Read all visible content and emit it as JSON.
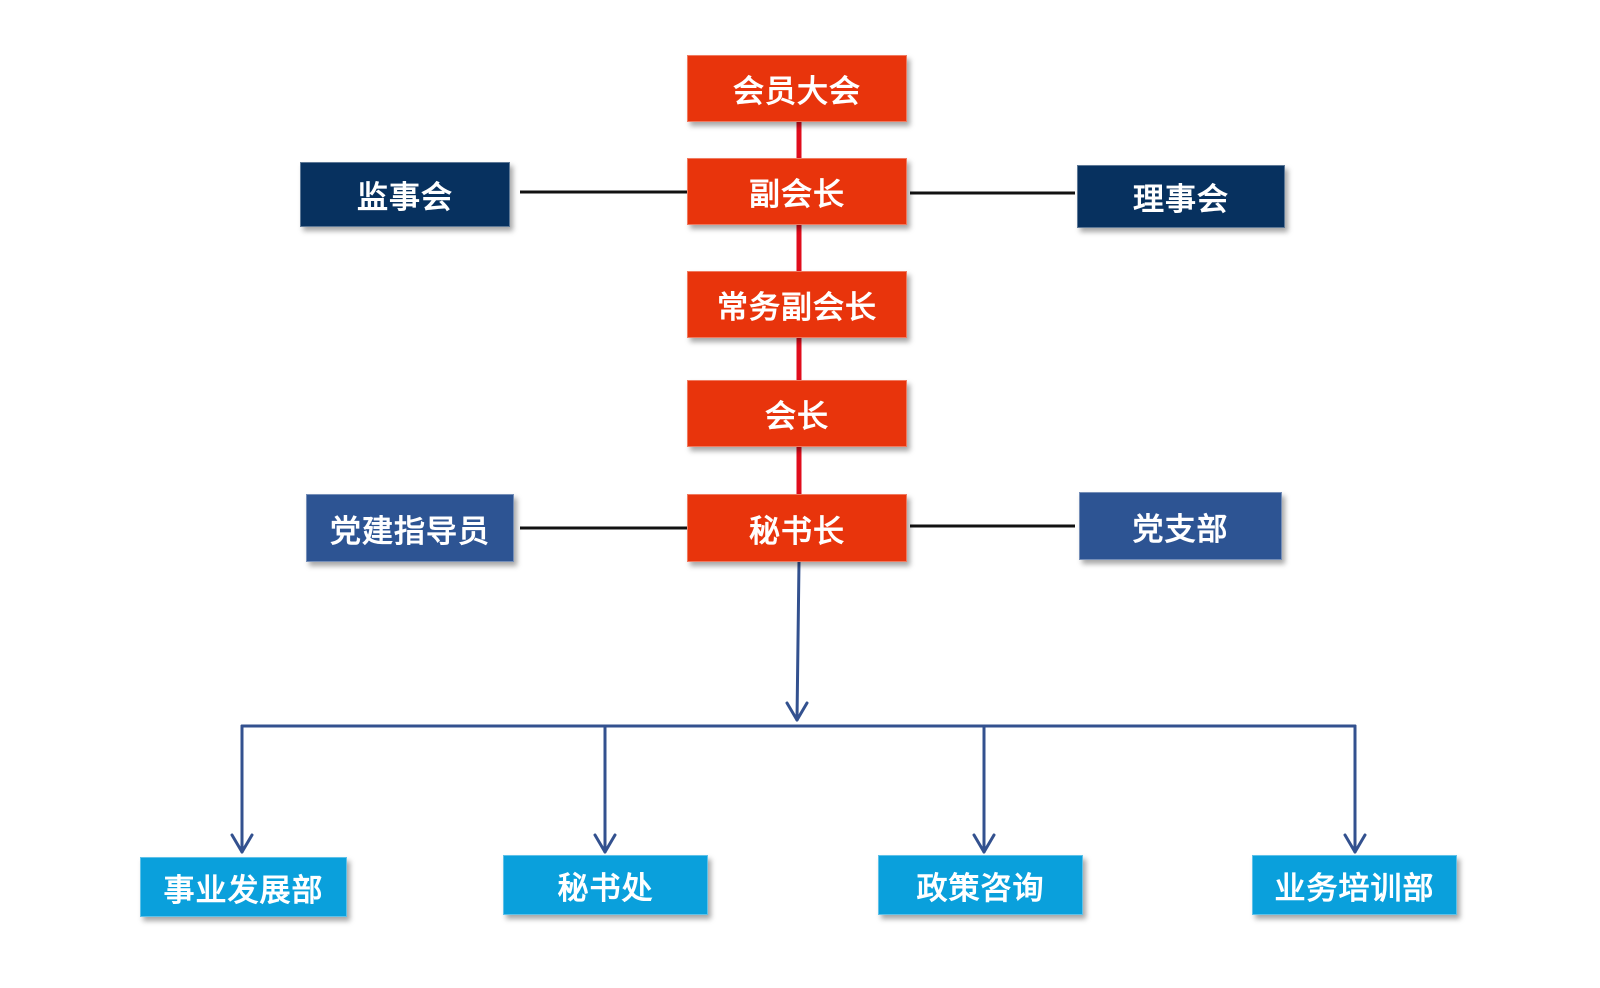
{
  "colors": {
    "leadership": "#e8340c",
    "board": "#07315f",
    "party": "#2d5493",
    "department": "#0aa0dc",
    "red_line": "#e00d1c",
    "black_line": "#111111",
    "blue_line": "#33518f"
  },
  "nodes": {
    "general_assembly": "会员大会",
    "vice_president": "副会长",
    "supervisory_board": "监事会",
    "council": "理事会",
    "executive_vice_president": "常务副会长",
    "president": "会长",
    "secretary_general": "秘书长",
    "party_instructor": "党建指导员",
    "party_branch": "党支部"
  },
  "departments": [
    {
      "label": "事业发展部"
    },
    {
      "label": "秘书处"
    },
    {
      "label": "政策咨询"
    },
    {
      "label": "业务培训部"
    }
  ]
}
